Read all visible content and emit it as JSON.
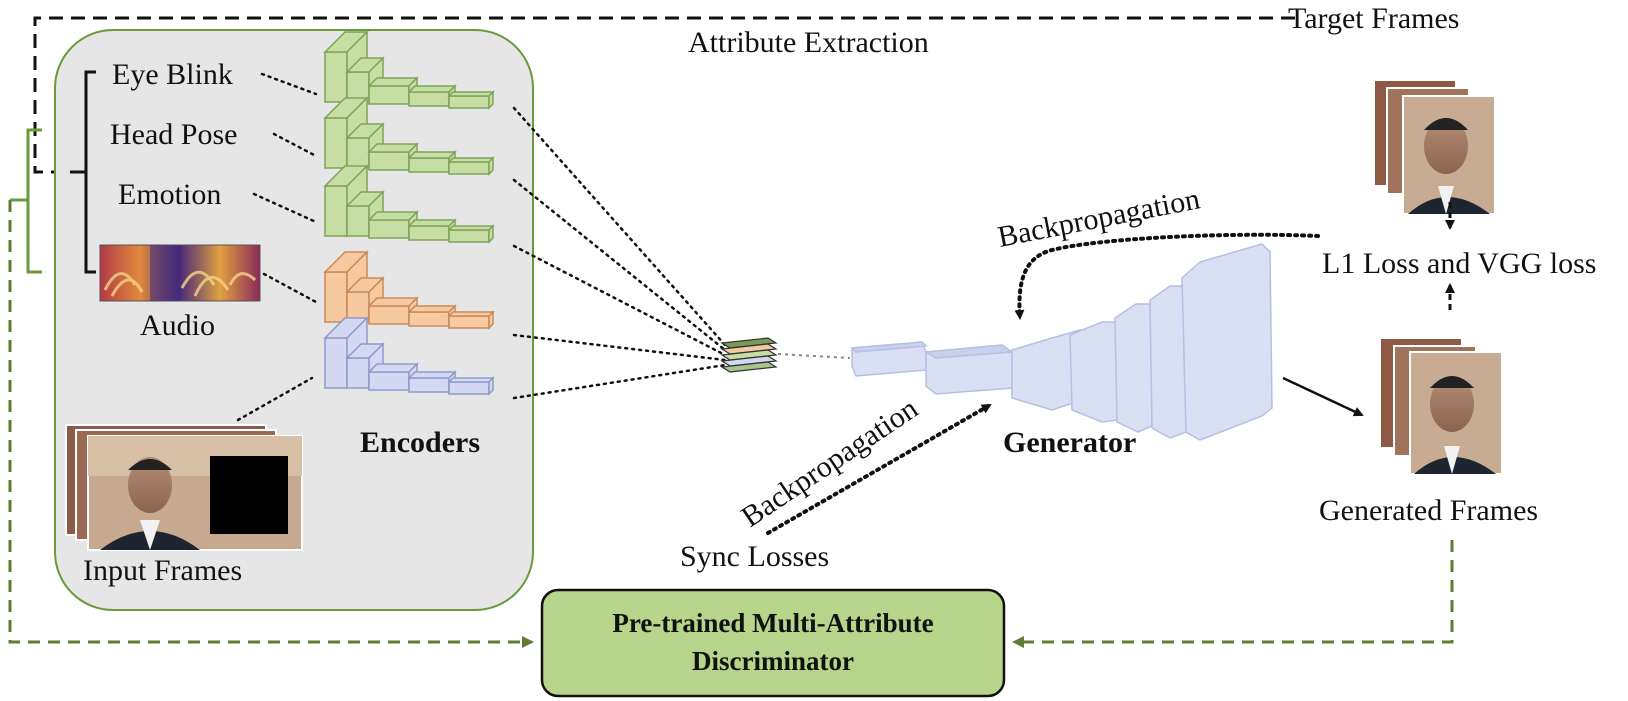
{
  "labels": {
    "target_frames": "Target Frames",
    "attribute_extraction": "Attribute Extraction",
    "eye_blink": "Eye Blink",
    "head_pose": "Head Pose",
    "emotion": "Emotion",
    "audio": "Audio",
    "input_frames": "Input Frames",
    "encoders": "Encoders",
    "backprop_top": "Backpropagation",
    "backprop_bottom": "Backpropagation",
    "generator": "Generator",
    "l1_vgg": "L1 Loss and VGG loss",
    "generated_frames": "Generated Frames",
    "sync_losses": "Sync Losses",
    "discriminator_line1": "Pre-trained Multi-Attribute",
    "discriminator_line2": "Discriminator"
  },
  "colors": {
    "green_border": "#6a9a3c",
    "green_fill": "#c6dea4",
    "orange_fill": "#f6c9a0",
    "purple_fill": "#d3d8f3",
    "generator_fill": "#d9e0f4",
    "panel_fill": "#e6e6e6",
    "disc_fill": "#b6d48a",
    "dashed_green": "#5e7e34"
  },
  "icons": {
    "face_frames": "face-photo-stack",
    "spectrogram": "audio-spectrogram"
  }
}
